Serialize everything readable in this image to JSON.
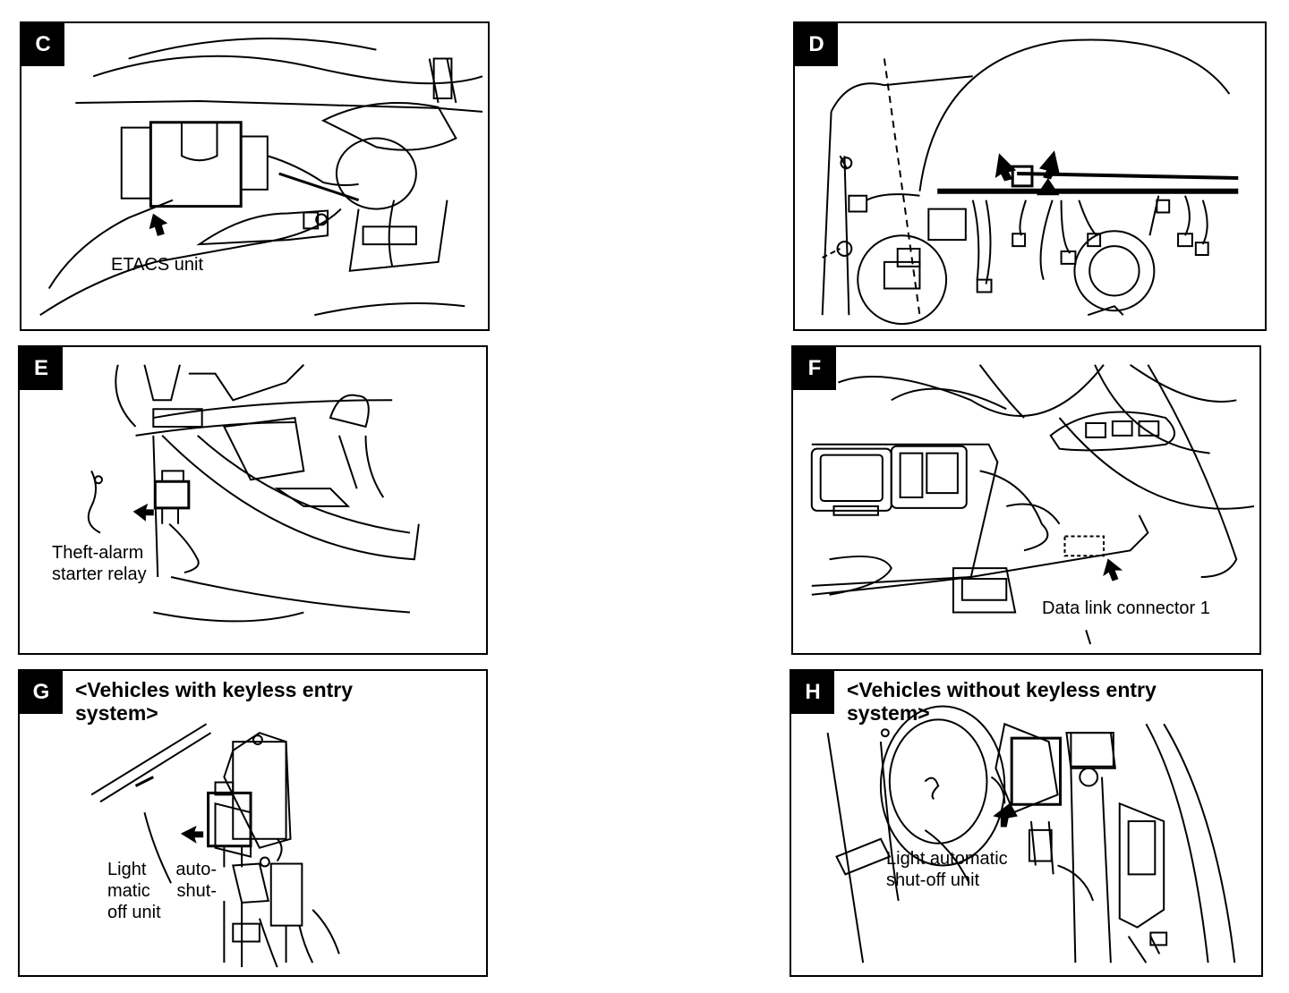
{
  "panels": {
    "c": {
      "letter": "C",
      "label": "ETACS unit"
    },
    "d": {
      "letter": "D"
    },
    "e": {
      "letter": "E",
      "label_line1": "Theft-alarm",
      "label_line2": "starter relay"
    },
    "f": {
      "letter": "F",
      "label": "Data link connector 1"
    },
    "g": {
      "letter": "G",
      "title_line1": "<Vehicles with keyless entry",
      "title_line2": "system>",
      "label_line1": "Light auto-",
      "label_line2": "matic shut-",
      "label_line3": "off unit"
    },
    "h": {
      "letter": "H",
      "title_line1": "<Vehicles without keyless entry",
      "title_line2": "system>",
      "label_line1": "Light automatic",
      "label_line2": "shut-off unit"
    }
  }
}
